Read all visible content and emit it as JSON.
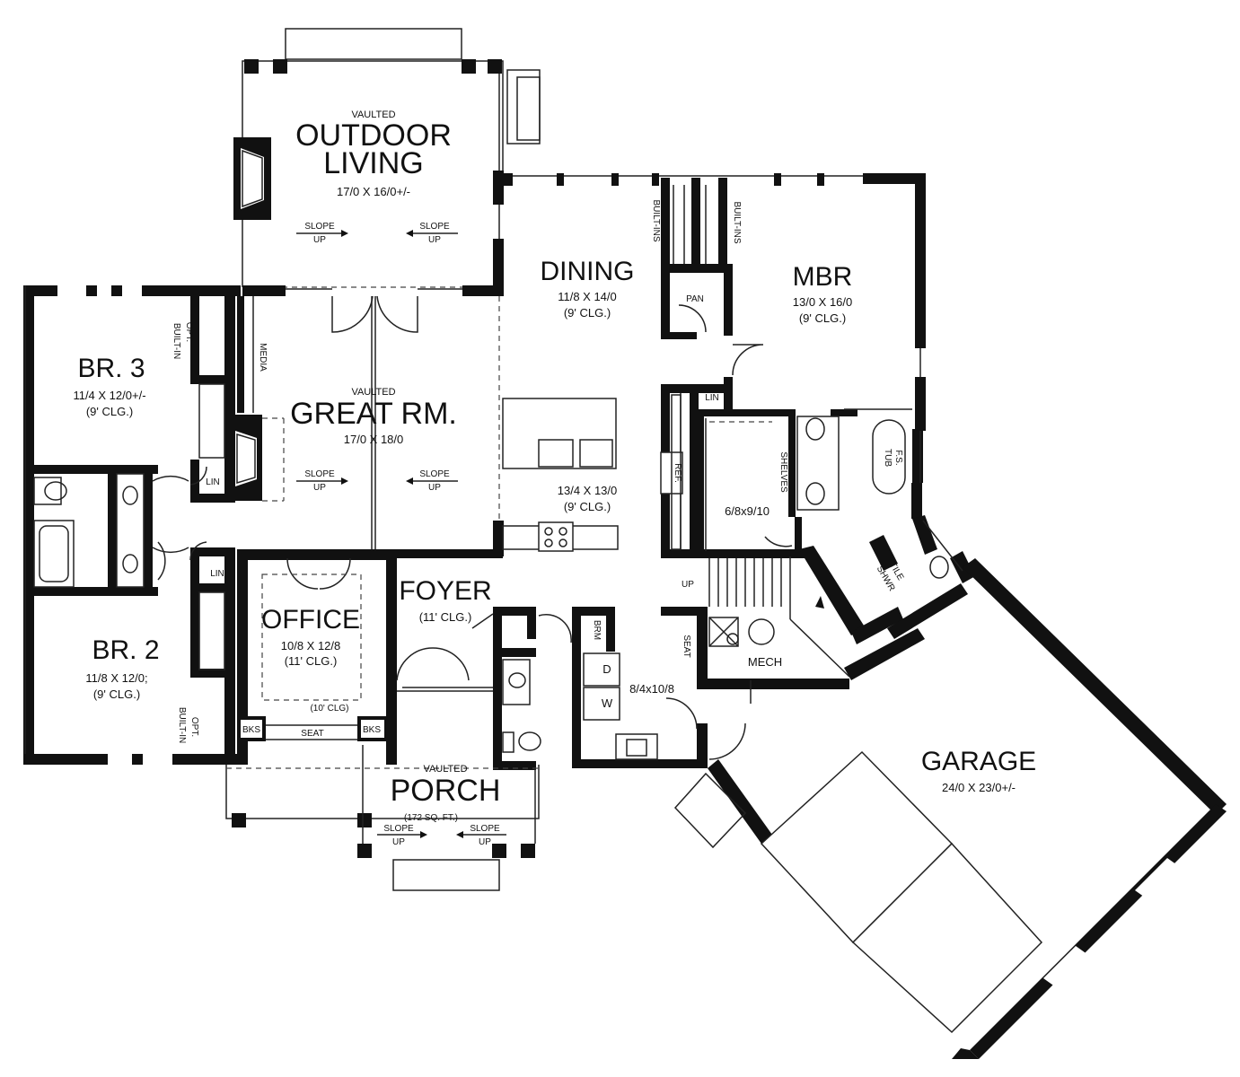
{
  "plan": {
    "rooms": {
      "outdoor_living": {
        "prefix": "VAULTED",
        "line1": "OUTDOOR",
        "line2": "LIVING",
        "size": "17/0 X 16/0+/-"
      },
      "dining": {
        "name": "DINING",
        "size": "11/8 X 14/0",
        "ceiling": "(9' CLG.)"
      },
      "mbr": {
        "name": "MBR",
        "size": "13/0 X 16/0",
        "ceiling": "(9' CLG.)"
      },
      "br3": {
        "name": "BR. 3",
        "size": "11/4 X 12/0+/-",
        "ceiling": "(9' CLG.)"
      },
      "great_rm": {
        "prefix": "VAULTED",
        "name": "GREAT RM.",
        "size": "17/0 X 18/0"
      },
      "kitchen": {
        "size": "13/4 X 13/0",
        "ceiling": "(9' CLG.)"
      },
      "closet": {
        "size": "6/8x9/10"
      },
      "office": {
        "name": "OFFICE",
        "size": "10/8 X 12/8",
        "ceiling": "(11' CLG.)",
        "window_ceiling": "(10' CLG)"
      },
      "foyer": {
        "name": "FOYER",
        "ceiling": "(11' CLG.)"
      },
      "br2": {
        "name": "BR. 2",
        "size": "11/8 X 12/0;",
        "ceiling": "(9' CLG.)"
      },
      "laundry": {
        "size": "8/4x10/8"
      },
      "mech": {
        "name": "MECH"
      },
      "porch": {
        "prefix": "VAULTED",
        "name": "PORCH",
        "size": "(172 SQ. FT.)"
      },
      "garage": {
        "name": "GARAGE",
        "size": "24/0 X 23/0+/-"
      }
    },
    "labels": {
      "built_ins": "BUILT-INS",
      "built_in": "BUILT-IN",
      "opt": "OPT.",
      "media": "MEDIA",
      "pan": "PAN",
      "lin": "LIN",
      "ref": "REF.",
      "shelves": "SHELVES",
      "fs_tub_1": "F.S.",
      "fs_tub_2": "TUB",
      "tile_shwr_1": "TILE",
      "tile_shwr_2": "SHWR",
      "up": "UP",
      "brm": "BRM",
      "seat": "SEAT",
      "bks": "BKS",
      "d": "D",
      "w": "W",
      "slope": "SLOPE"
    }
  }
}
